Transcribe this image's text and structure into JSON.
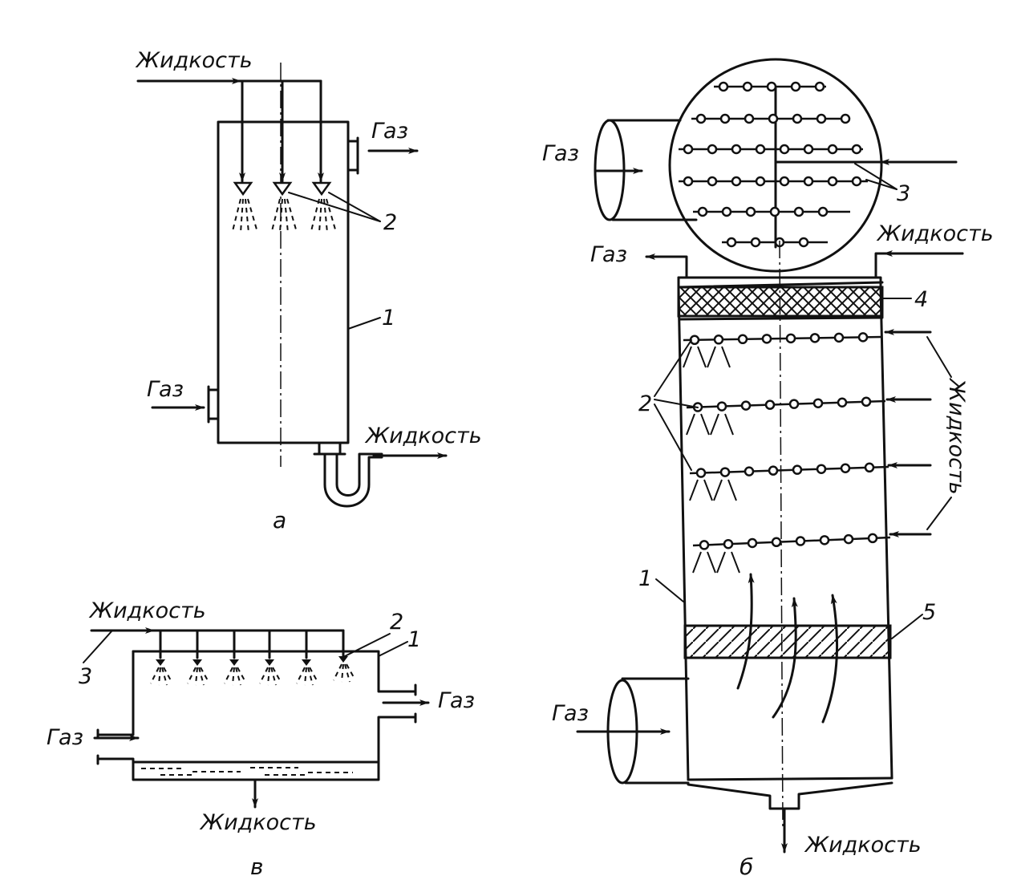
{
  "labels": {
    "liquid": "Жидкость",
    "gas": "Газ"
  },
  "numbers": {
    "n1": "1",
    "n2": "2",
    "n3": "3",
    "n4": "4",
    "n5": "5"
  },
  "captions": {
    "a": "а",
    "b": "б",
    "v": "в"
  }
}
